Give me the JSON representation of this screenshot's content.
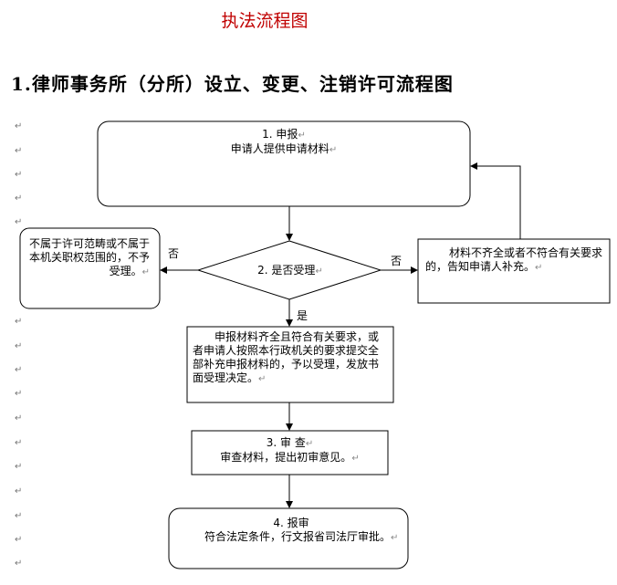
{
  "title": "执法流程图",
  "subtitle": "1.律师事务所（分所）设立、变更、注销许可流程图",
  "para_mark": "↵",
  "nodes": {
    "apply": {
      "line1": "1. 申报",
      "line2": "申请人提供申请材料"
    },
    "reject": {
      "text": "不属于许可范畴或不属于本机关职权范围的，不予受理。"
    },
    "decision": {
      "text": "2. 是否受理"
    },
    "supplement": {
      "text": "材料不齐全或者不符合有关要求的，告知申请人补充。"
    },
    "accept": {
      "text": "申报材料齐全且符合有关要求，或者申请人按照本行政机关的要求提交全部补充申报材料的，予以受理，发放书面受理决定。"
    },
    "review": {
      "line1": "3. 审 查",
      "line2": "审查材料，提出初审意见。"
    },
    "submit": {
      "line1": "4. 报审",
      "line2": "符合法定条件，行文报省司法厅审批。"
    }
  },
  "edge_labels": {
    "no_left": "否",
    "no_right": "否",
    "yes": "是"
  }
}
